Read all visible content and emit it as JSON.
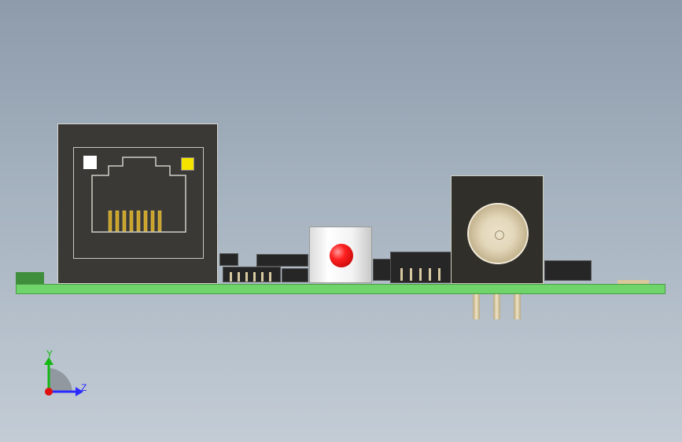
{
  "viewport": {
    "triad": {
      "y_label": "Y",
      "z_label": "Z"
    }
  },
  "colors": {
    "background_top": "#8d9bab",
    "background_bottom": "#c3ccd5",
    "pcb": "#6fd56a",
    "led_left": "#ffffff",
    "led_right": "#f5e400",
    "button_cap": "#ff2020",
    "gold_pins": "#c9a227"
  },
  "components": {
    "rj45": "rj45-connector",
    "push_button": "tactile-switch",
    "dc_jack": "dc-power-jack",
    "ics": [
      "ic-left",
      "ic-middle",
      "ic-right"
    ]
  }
}
